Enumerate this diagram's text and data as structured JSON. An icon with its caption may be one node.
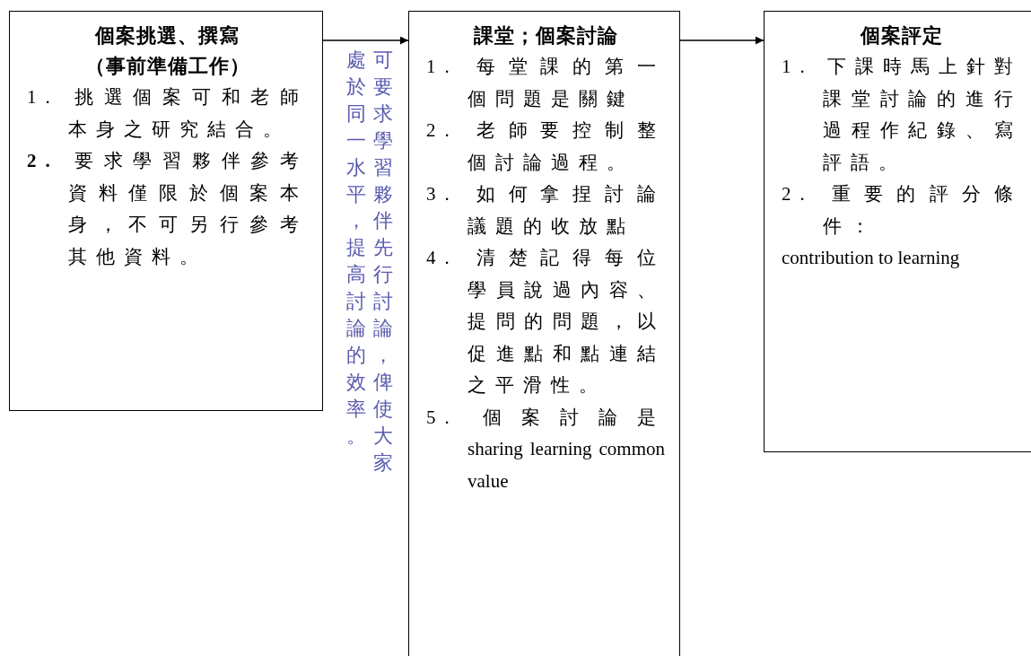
{
  "diagram": {
    "nodes": [
      {
        "text": [
          "個案挑選、撰寫",
          "（事前準備工作）",
          "1. 挑選個案可和老師本身之研究結合。",
          "**2.** 要求學習夥伴參考資料僅限於個案本身，不可另行參考其他資料。"
        ]
      },
      {
        "text": [
          "課堂；個案討論",
          "1. 每堂課的第一個問題是關鍵",
          "2. 老師要控制整個討論過程。",
          "3. 如何拿捏討論議題的收放點",
          "4. 清楚記得每位學員說過內容、提問的問題，以促進點和點連結之平滑性。",
          "5. 個案討論是 sharing learning common value"
        ]
      },
      {
        "text": [
          "個案評定",
          "1. 下課時馬上針對課堂討論的進行過程作紀錄、寫評語。",
          "2. 重要的評分條件：",
          "contribution to learning"
        ]
      }
    ],
    "edges": [
      {
        "from": 0,
        "to": 1,
        "arrow": "to"
      },
      {
        "from": 1,
        "to": 2,
        "arrow": "to"
      }
    ],
    "labels": [
      "可要求學習夥伴先行討論，俾使大家處於同一水平，提高討論的效率。"
    ]
  }
}
